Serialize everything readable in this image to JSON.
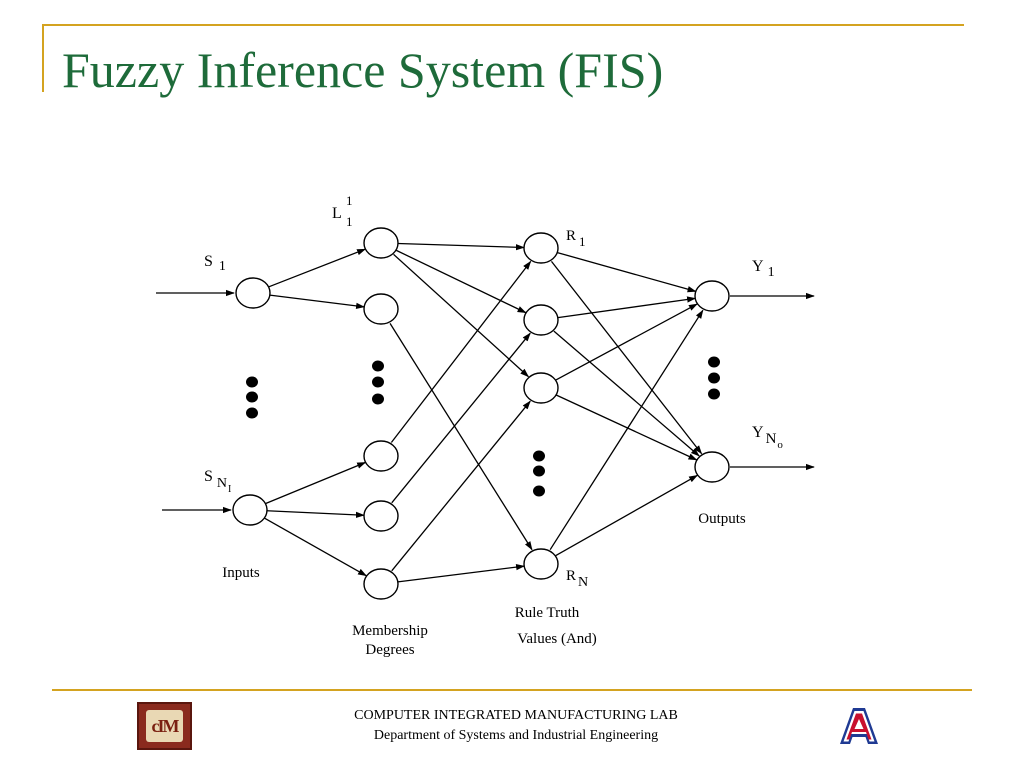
{
  "slide": {
    "title": "Fuzzy Inference System (FIS)"
  },
  "diagram": {
    "input_labels": {
      "first": {
        "base": "S",
        "sub": "1"
      },
      "last": {
        "base": "S",
        "sub": "N",
        "subsub": "I"
      }
    },
    "membership_label": {
      "base": "L",
      "sup": "1",
      "sub": "1"
    },
    "rule_labels": {
      "first": {
        "base": "R",
        "sub": "1"
      },
      "last": {
        "base": "R",
        "sub": "N"
      }
    },
    "output_labels": {
      "first": {
        "base": "Y",
        "sub": "1"
      },
      "last": {
        "base": "Y",
        "sub": "N",
        "subsub": "o"
      }
    },
    "layer_captions": {
      "inputs": "Inputs",
      "membership": [
        "Membership",
        "Degrees"
      ],
      "rules": [
        "Rule Truth",
        "Values (And)"
      ],
      "outputs": "Outputs"
    }
  },
  "footer": {
    "line1": "COMPUTER INTEGRATED MANUFACTURING LAB",
    "line2": "Department of Systems and Industrial Engineering",
    "left_logo": {
      "name": "cim-logo",
      "text": "cIM",
      "color": "#8a2a1e"
    },
    "right_logo": {
      "name": "university-a-logo",
      "text": "A",
      "color": "#c8102e",
      "outline": "#1f3a93"
    }
  },
  "colors": {
    "title": "#1e6b3a",
    "accent_lines": "#d4a320"
  }
}
